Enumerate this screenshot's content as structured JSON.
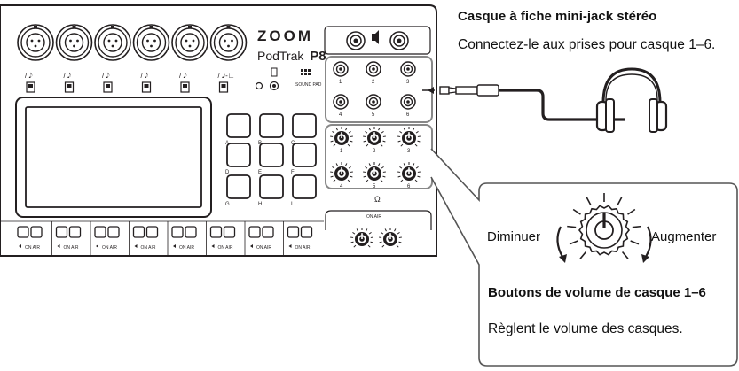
{
  "device": {
    "brand": "ZOOM",
    "model": "PodTrak",
    "model_suffix": "P8",
    "sound_pad_label": "SOUND PAD",
    "on_air_label": "ON AIR",
    "ch_switch_labels": [
      "/ 𝅘𝅥𝅮",
      "/ 𝅘𝅥𝅮",
      "/ 𝅘𝅥𝅮",
      "/ 𝅘𝅥𝅮",
      "/ 𝅘𝅥𝅮",
      "/ 𝅘𝅥𝅮-∟"
    ],
    "pad_labels": [
      "A",
      "B",
      "C",
      "D",
      "E",
      "F",
      "G",
      "H",
      "I"
    ],
    "jack_numbers": [
      "1",
      "2",
      "3",
      "4",
      "5",
      "6"
    ],
    "knob_numbers": [
      "1",
      "2",
      "3",
      "4",
      "5",
      "6"
    ]
  },
  "callouts": {
    "headphones": {
      "title": "Casque à fiche mini-jack stéréo",
      "description": "Connectez-le aux prises pour casque 1–6."
    },
    "volume_knobs": {
      "title": "Boutons de volume de casque 1–6",
      "description": "Règlent le volume des casques.",
      "decrease_label": "Diminuer",
      "increase_label": "Augmenter"
    }
  },
  "colors": {
    "line": "#231f20",
    "highlight_border": "#888888",
    "panel_border": "#555555",
    "fill_light": "#ffffff"
  }
}
